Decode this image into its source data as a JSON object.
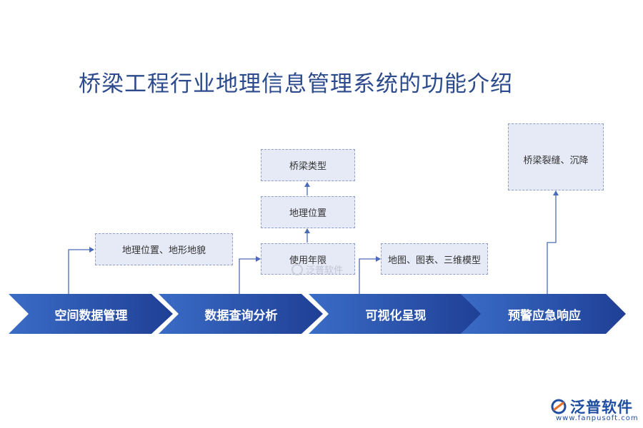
{
  "title": "桥梁工程行业地理信息管理系统的功能介绍",
  "stages": [
    {
      "label": "空间数据管理"
    },
    {
      "label": "数据查询分析"
    },
    {
      "label": "可视化呈现"
    },
    {
      "label": "预警应急响应"
    }
  ],
  "boxes": {
    "spatial": "地理位置、地形地貌",
    "query_usage": "使用年限",
    "query_location": "地理位置",
    "query_type": "桥梁类型",
    "visual": "地图、图表、三维模型",
    "warning": "桥梁裂缝、沉降"
  },
  "watermark": "泛普软件",
  "logo": {
    "name": "泛普软件",
    "url": "www.fanpusoft.com"
  },
  "colors": {
    "chevron_dark": "#1f3f95",
    "chevron_light": "#3a6cc6",
    "box_fill": "#e6e9f6",
    "box_border": "#8f9fc8",
    "connector": "#4a6cb8",
    "title": "#2c4a8c"
  }
}
